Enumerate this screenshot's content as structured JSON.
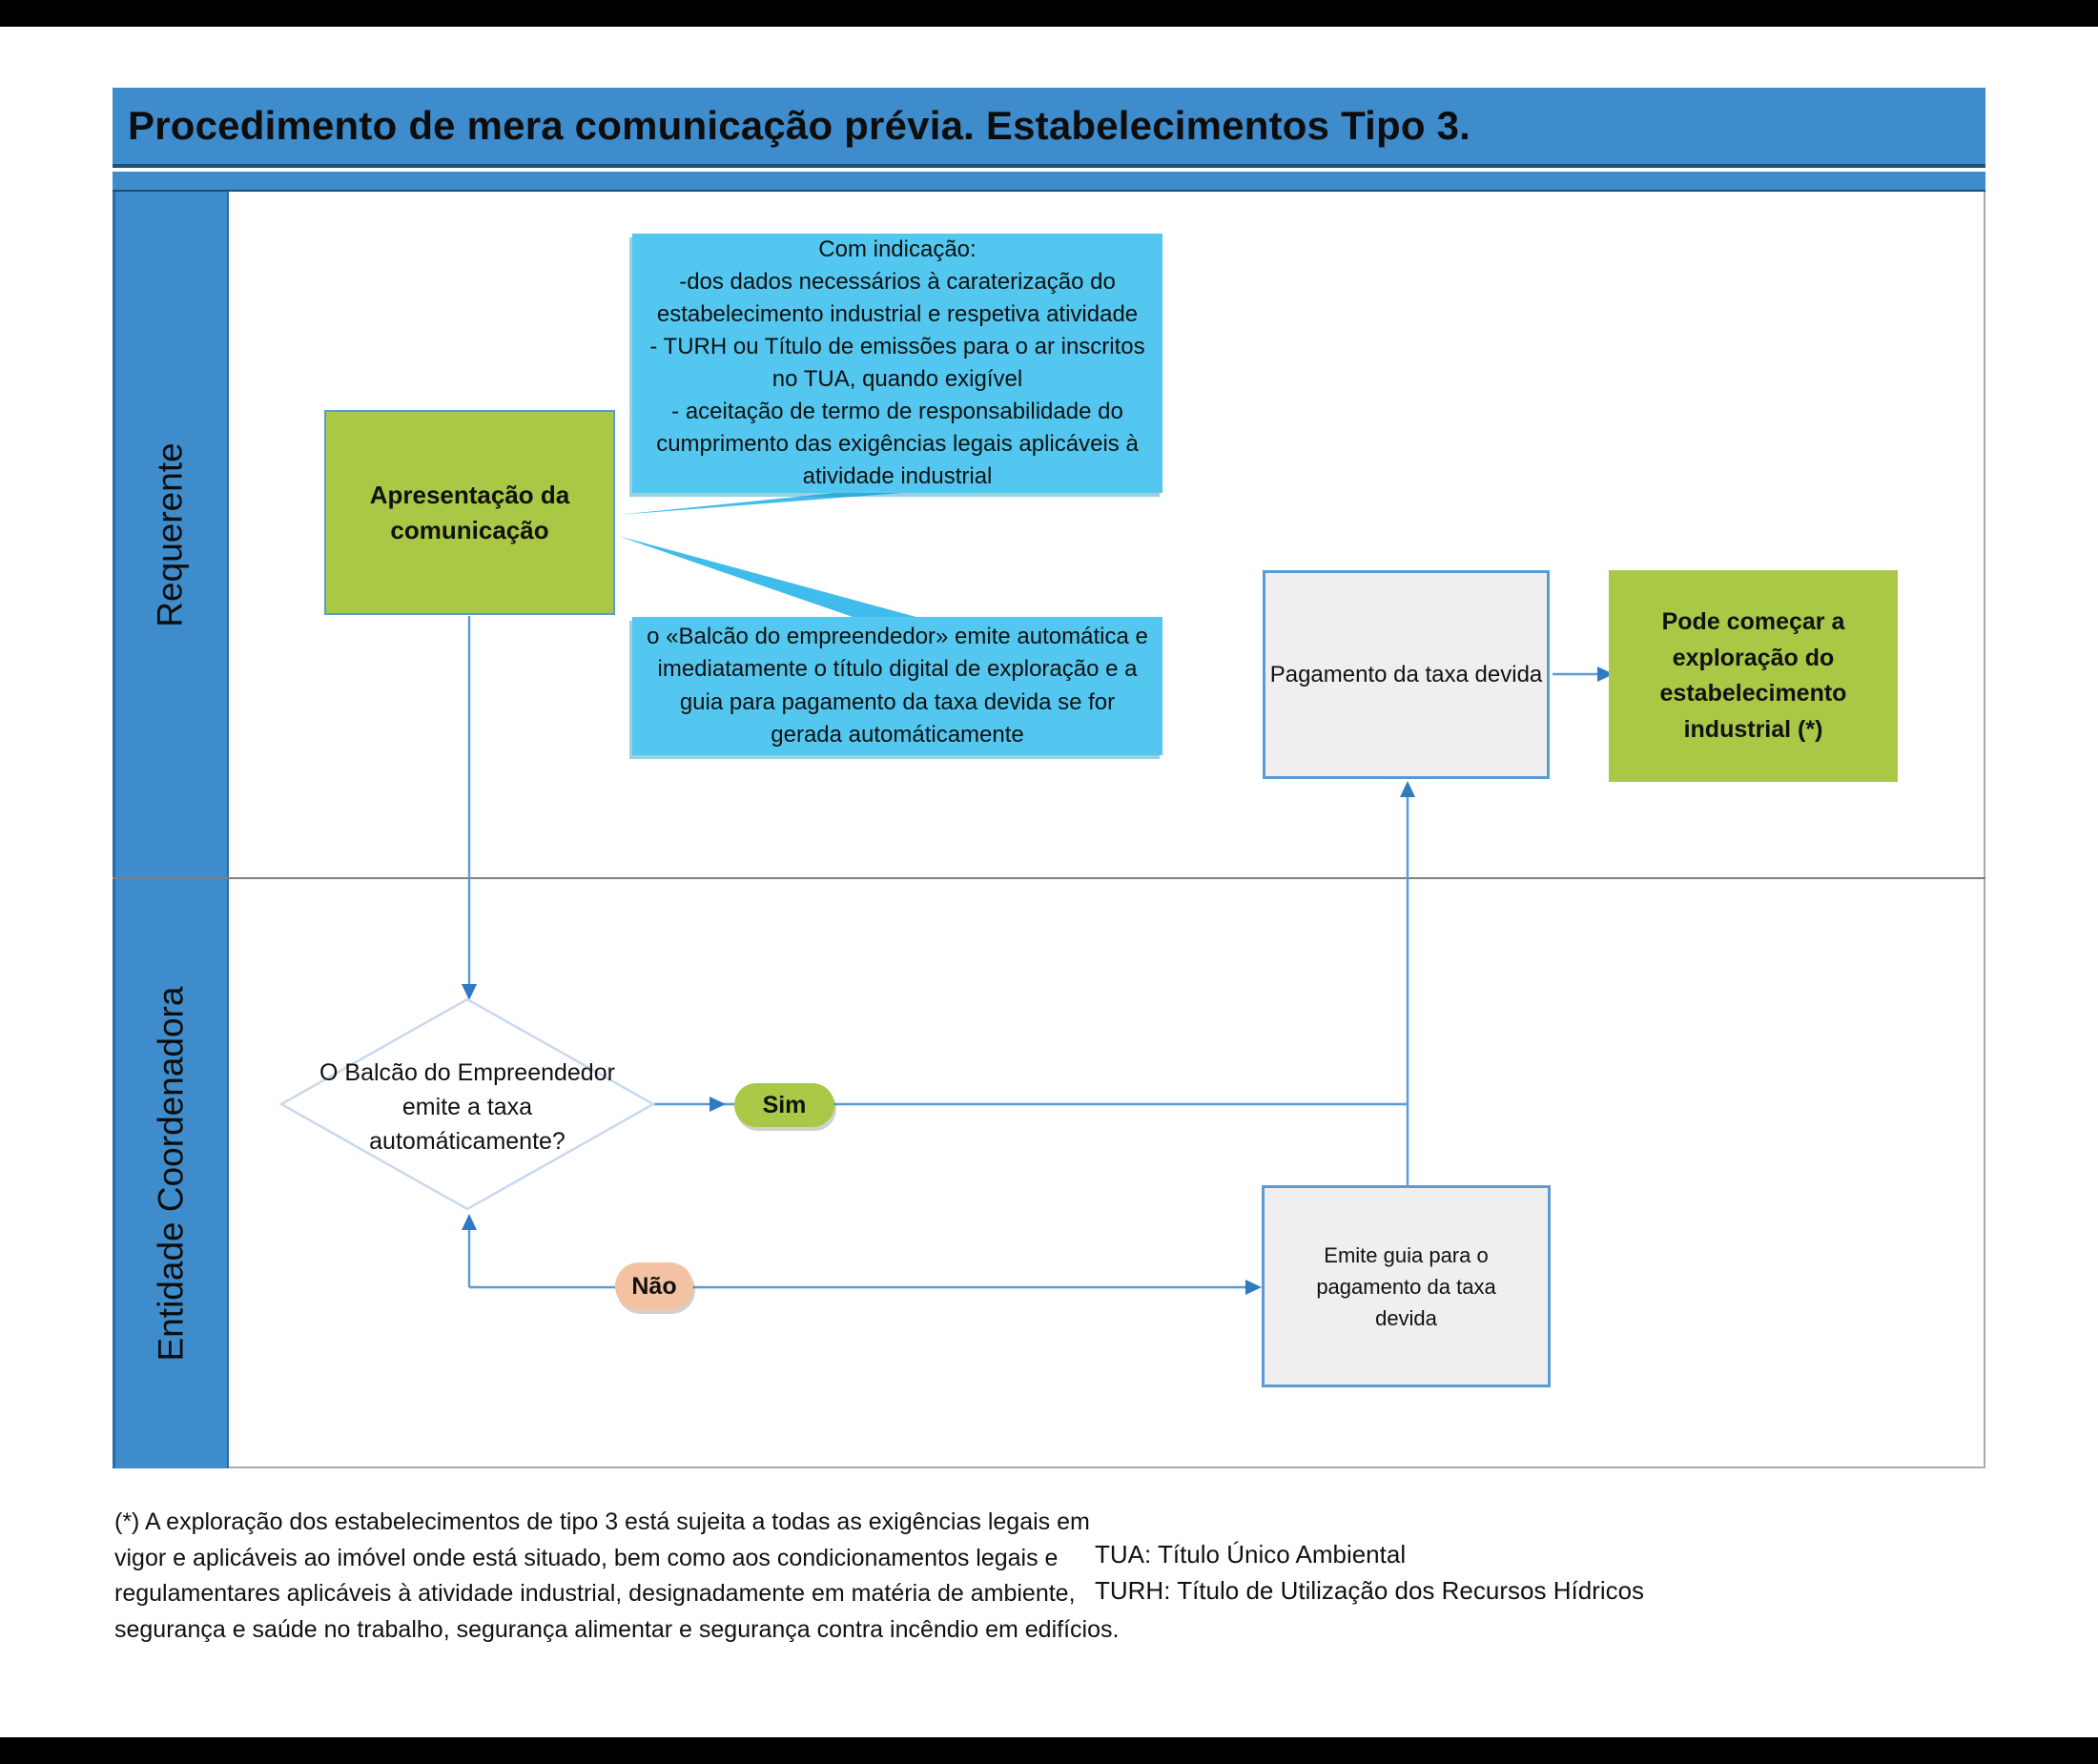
{
  "page": {
    "title": "Procedimento de mera comunicação prévia. Estabelecimentos Tipo 3."
  },
  "lanes": {
    "requerente": "Requerente",
    "coordenadora": "Entidade Coordenadora"
  },
  "nodes": {
    "apresentacao": "Apresentação da comunicação",
    "callout_indicacao": "Com indicação:\n-dos dados necessários à caraterização do estabelecimento industrial e respetiva atividade\n- TURH ou Título de emissões para o ar inscritos no TUA, quando exigível\n- aceitação de termo de responsabilidade do cumprimento das exigências legais aplicáveis à atividade industrial",
    "callout_balcao": "o «Balcão do empreendedor» emite automática e imediatamente o título digital de exploração e a guia para pagamento da taxa devida se for gerada automáticamente",
    "pagamento": "Pagamento da taxa devida",
    "pode_comecar": "Pode começar a exploração do estabelecimento industrial (*)",
    "decisao": "O Balcão do Empreendedor emite a taxa automáticamente?",
    "sim": "Sim",
    "nao": "Não",
    "emite_guia": "Emite guia para o pagamento da taxa devida"
  },
  "footnotes": {
    "asterisco": "(*) A exploração dos estabelecimentos de tipo 3 está sujeita a todas as exigências legais em vigor e aplicáveis ao imóvel onde está situado, bem como aos condicionamentos legais e regulamentares aplicáveis à atividade industrial, designadamente em matéria de ambiente, segurança e saúde no trabalho, segurança alimentar e segurança contra incêndio em edifícios.",
    "tua": "TUA: Título Único Ambiental",
    "turh": "TURH: Título de Utilização dos Recursos Hídricos"
  },
  "colors": {
    "lane_blue": "#3E8CCB",
    "lane_border": "#2B6CA8",
    "header_divider": "#1E4E79",
    "callout_blue": "#53C7EF",
    "tail_blue": "#3FBCEC",
    "green": "#A9C845",
    "salmon": "#F2C2A2",
    "box_gray": "#EFEFEF",
    "box_border_blue": "#5B9BD5",
    "connector": "#5B9BD5",
    "arrow": "#2F7BC3",
    "diamond_border": "#C9D9EC",
    "divider_gray": "#7F7F7F"
  }
}
